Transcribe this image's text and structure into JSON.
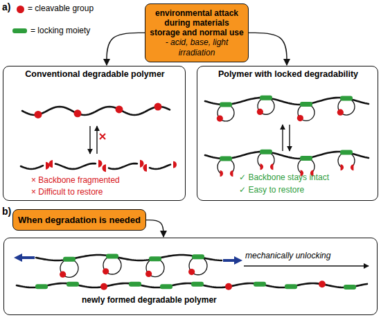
{
  "diagram": {
    "nodes": [
      {
        "text": [
          "environmental attack during materials storage and normal use",
          "- acid, base, light irradiation"
        ]
      },
      {
        "text": [
          "Conventional degradable polymer",
          "× Backbone fragmented",
          "× Difficult to restore"
        ]
      },
      {
        "text": [
          "Polymer with locked degradability",
          "✓ Backbone stays intact",
          "✓ Easy to restore"
        ]
      },
      {
        "text": [
          "When degradation is needed"
        ]
      },
      {
        "text": [
          "mechanically unlocking",
          "newly formed degradable polymer"
        ]
      }
    ],
    "edges": [
      {
        "from": 0,
        "to": 1,
        "arrow": "to"
      },
      {
        "from": 0,
        "to": 2,
        "arrow": "to"
      },
      {
        "from": 3,
        "to": 4,
        "arrow": "to"
      }
    ],
    "labels": [
      "a)",
      "b)"
    ],
    "legend": [
      {
        "text": "= cleavable group",
        "color": "#d7141a"
      },
      {
        "text": "= locking moiety",
        "color": "#2e9d3c"
      }
    ]
  }
}
